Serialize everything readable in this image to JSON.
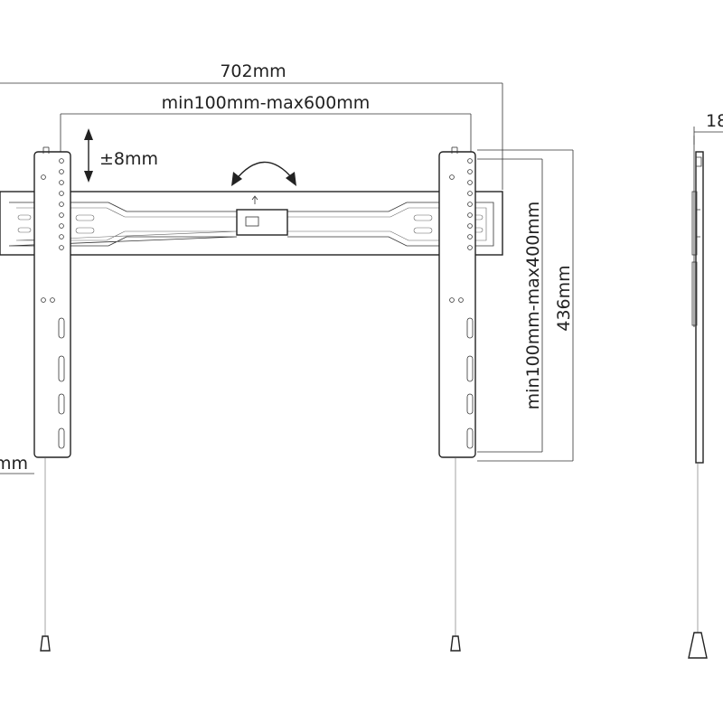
{
  "dimensions": {
    "total_width": "702mm",
    "vesa_horizontal": "min100mm-max600mm",
    "tilt": "±8mm",
    "vesa_vertical": "min100mm-max400mm",
    "bracket_height": "436mm",
    "wall_distance": "18",
    "bottom_left": "mm"
  },
  "colors": {
    "line": "#222222",
    "background": "#ffffff"
  }
}
